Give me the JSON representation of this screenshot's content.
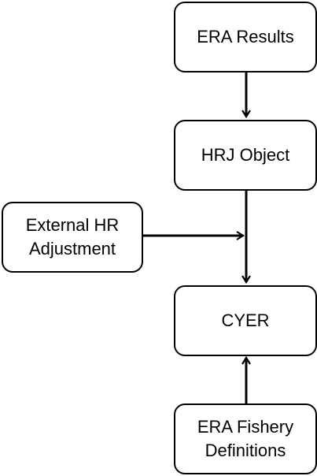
{
  "diagram": {
    "nodes": {
      "era_results": "ERA Results",
      "hrj_object": "HRJ Object",
      "external_hr_adjustment": "External HR\nAdjustment",
      "cyer": "CYER",
      "era_fishery_definitions": "ERA Fishery\nDefinitions"
    },
    "edges": [
      {
        "from": "ERA Results",
        "to": "HRJ Object"
      },
      {
        "from": "HRJ Object",
        "to": "CYER"
      },
      {
        "from": "External HR Adjustment",
        "to": "HRJ Object → CYER connector"
      },
      {
        "from": "ERA Fishery Definitions",
        "to": "CYER"
      }
    ],
    "colors": {
      "stroke": "#000000",
      "fill": "#ffffff",
      "text": "#000000"
    }
  }
}
